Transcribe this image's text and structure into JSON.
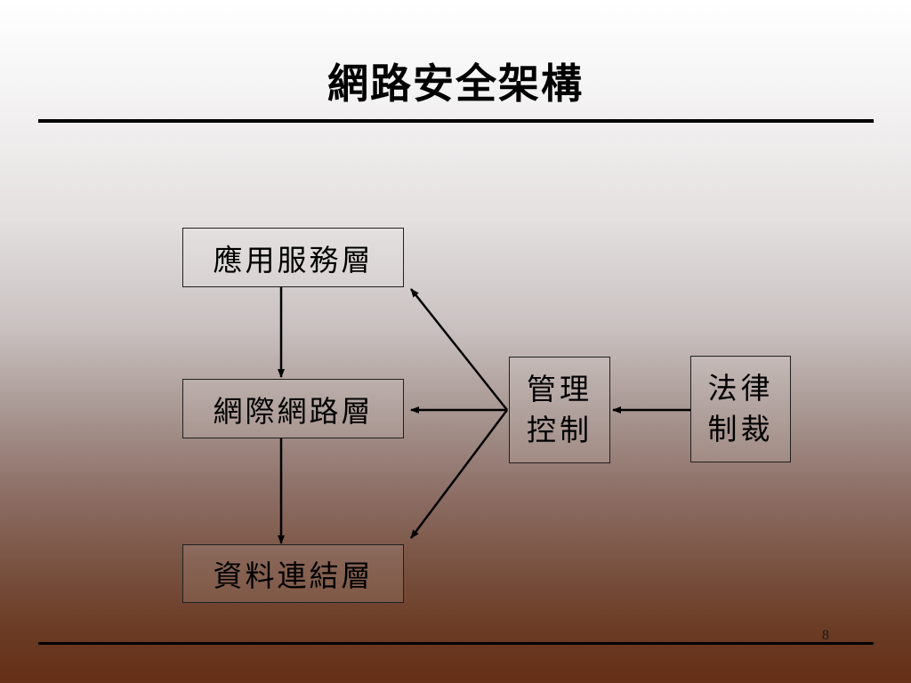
{
  "title": "網路安全架構",
  "page_number": "8",
  "nodes": {
    "app_layer": "應用服務層",
    "internet_layer": "網際網路層",
    "datalink_layer": "資料連結層",
    "management": "管理\n控制",
    "law": "法律\n制裁"
  },
  "edges": [
    {
      "from": "app_layer",
      "to": "internet_layer"
    },
    {
      "from": "internet_layer",
      "to": "datalink_layer"
    },
    {
      "from": "management",
      "to": "app_layer"
    },
    {
      "from": "management",
      "to": "internet_layer"
    },
    {
      "from": "management",
      "to": "datalink_layer"
    },
    {
      "from": "law",
      "to": "management"
    }
  ]
}
